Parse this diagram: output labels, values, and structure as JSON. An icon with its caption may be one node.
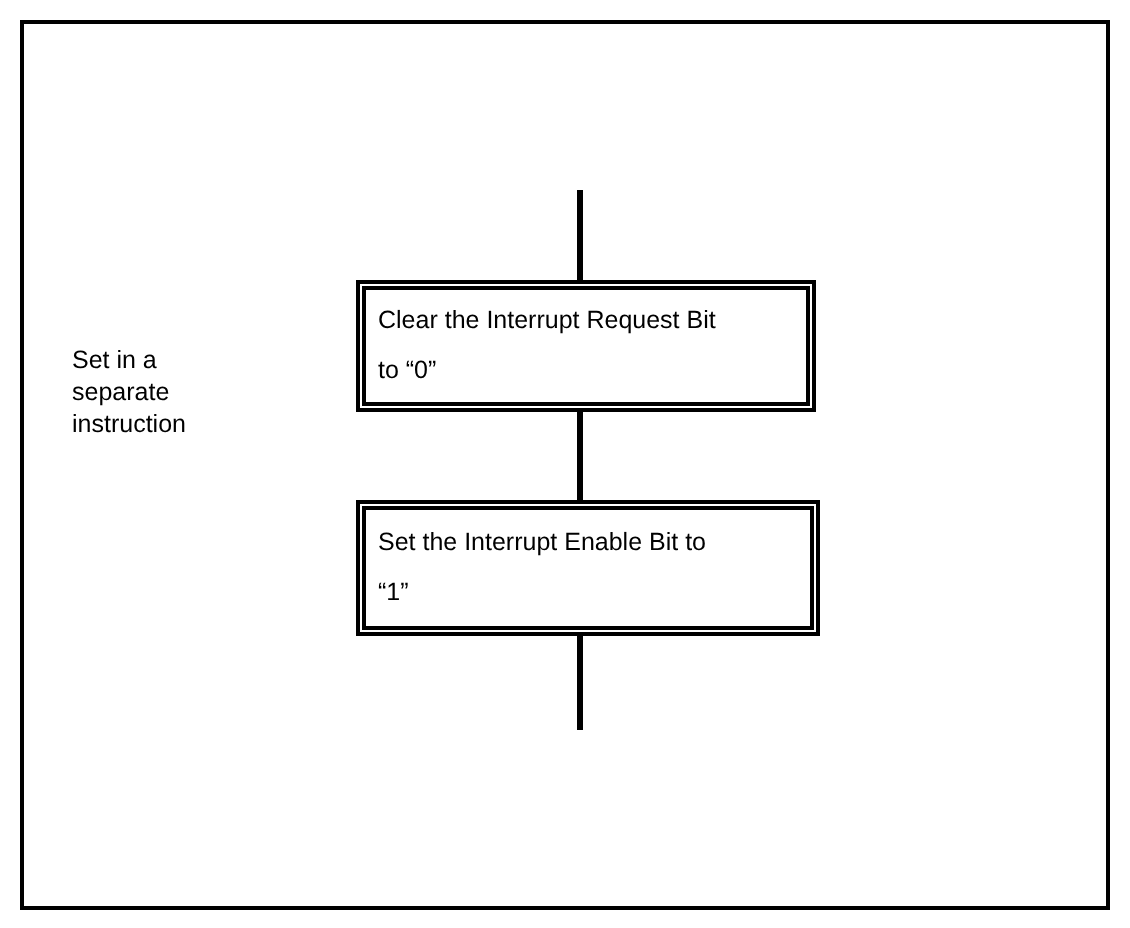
{
  "diagram": {
    "nodes": [
      {
        "text": [
          "Clear the Interrupt Request Bit to “0”"
        ]
      },
      {
        "text": [
          "Set the Interrupt Enable Bit to “1”"
        ]
      }
    ],
    "edges": [
      {
        "from": null,
        "to": 0,
        "arrow": "none"
      },
      {
        "from": 0,
        "to": 1,
        "arrow": "none"
      },
      {
        "from": 1,
        "to": null,
        "arrow": "none"
      }
    ],
    "labels": [
      "Set in a separate instruction"
    ]
  }
}
